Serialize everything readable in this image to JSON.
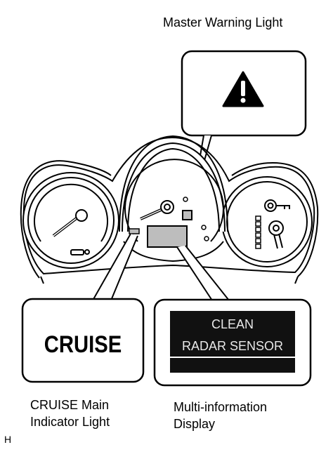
{
  "labels": {
    "master_warning": "Master Warning Light",
    "cruise_line1": "CRUISE Main",
    "cruise_line2": "Indicator Light",
    "mid_line1": "Multi-information",
    "mid_line2": "Display",
    "corner": "H"
  },
  "cruise_callout": {
    "text": "CRUISE"
  },
  "display_callout": {
    "line1": "CLEAN",
    "line2": "RADAR SENSOR"
  },
  "warning_callout": {
    "icon": "warning-triangle-icon"
  },
  "colors": {
    "ink": "#000000",
    "panel_gray": "#bdbdbd",
    "screen": "#111111",
    "screen_text": "#e8e8e8"
  }
}
